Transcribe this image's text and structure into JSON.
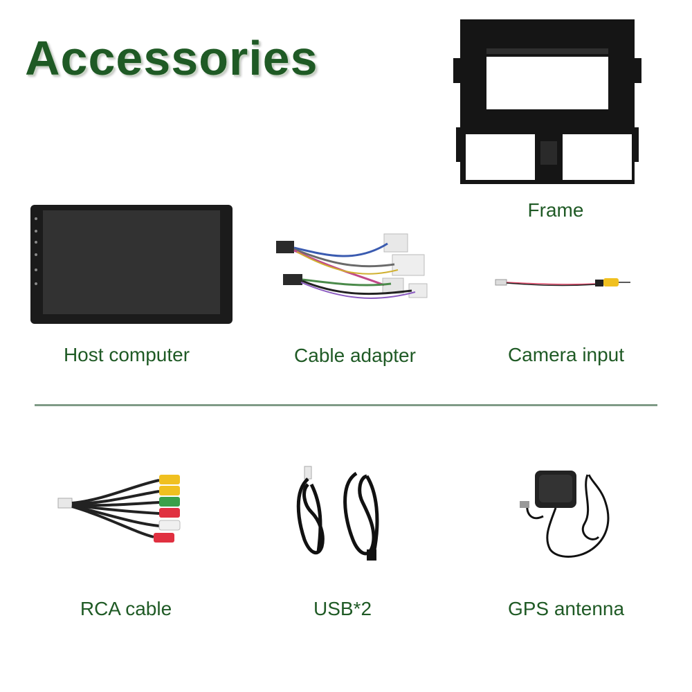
{
  "heading": "Accessories",
  "items": {
    "frame": "Frame",
    "host": "Host computer",
    "cable_adapter": "Cable adapter",
    "camera_input": "Camera input",
    "rca": "RCA cable",
    "usb": "USB*2",
    "gps": "GPS antenna"
  },
  "colors": {
    "label_green": "#1f5a25",
    "divider": "#7f9a86"
  }
}
